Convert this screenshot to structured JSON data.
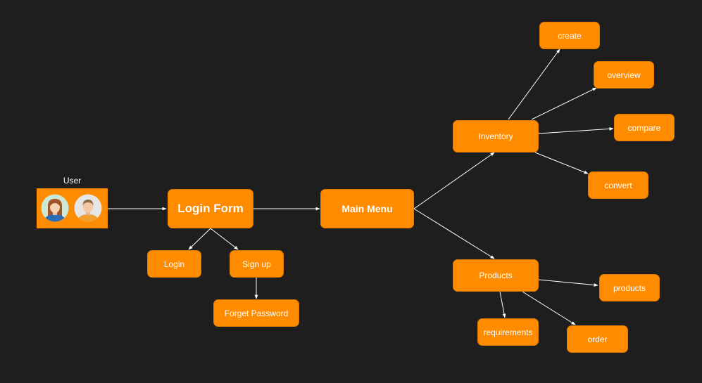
{
  "user": {
    "label": "User"
  },
  "nodes": {
    "login_form": "Login Form",
    "main_menu": "Main Menu",
    "login": "Login",
    "sign_up": "Sign up",
    "forget_password": "Forget Password",
    "inventory": "Inventory",
    "products": "Products",
    "create": "create",
    "overview": "overview",
    "compare": "compare",
    "convert": "convert",
    "products_item": "products",
    "requirements": "requirements",
    "order": "order"
  },
  "colors": {
    "background": "#1e1e1e",
    "node_fill": "#ff8c00",
    "node_text": "#ffffff",
    "edge": "#ffffff"
  }
}
